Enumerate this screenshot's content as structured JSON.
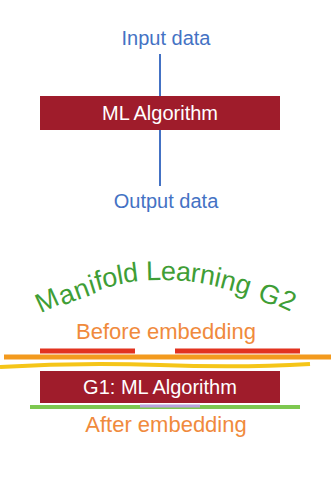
{
  "diagram": {
    "nodes": [
      {
        "text": [
          "Input data"
        ]
      },
      {
        "text": [
          "ML Algorithm"
        ]
      },
      {
        "text": [
          "Output data"
        ]
      },
      {
        "text": [
          "Before embedding"
        ]
      },
      {
        "text": [
          "G1: ML Algorithm"
        ]
      },
      {
        "text": [
          "After embedding"
        ]
      }
    ],
    "edges": [
      {
        "from": 0,
        "to": 1,
        "arrow": "none"
      },
      {
        "from": 1,
        "to": 2,
        "arrow": "none"
      }
    ],
    "labels": [
      "Manifold Learning G2"
    ]
  }
}
